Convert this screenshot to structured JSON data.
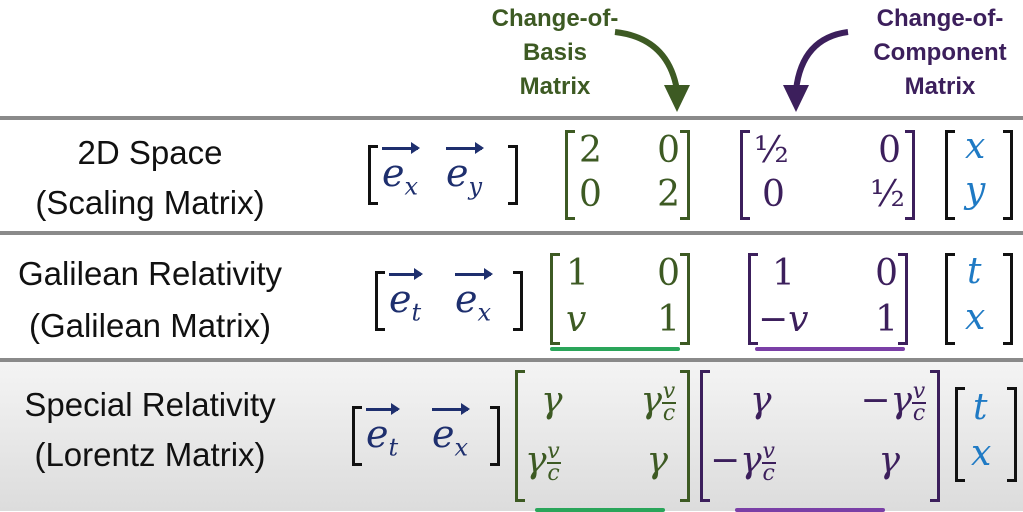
{
  "header": {
    "basis_label": [
      "Change-of-",
      "Basis",
      "Matrix"
    ],
    "component_label": [
      "Change-of-",
      "Component",
      "Matrix"
    ]
  },
  "colors": {
    "basis": "#3d5a23",
    "component": "#3c1f5c",
    "basis_vector": "#1e2f6e",
    "components": "#1f7ac4"
  },
  "rows": [
    {
      "title": "2D Space",
      "subtitle": "(Scaling Matrix)",
      "basis": [
        "e",
        "x",
        "e",
        "y"
      ],
      "basis_matrix": [
        "2",
        "0",
        "0",
        "2"
      ],
      "component_matrix": [
        "½",
        "0",
        "0",
        "½"
      ],
      "components": [
        "x",
        "y"
      ]
    },
    {
      "title": "Galilean Relativity",
      "subtitle": "(Galilean Matrix)",
      "basis": [
        "e",
        "t",
        "e",
        "x"
      ],
      "basis_matrix": [
        "1",
        "0",
        "v",
        "1"
      ],
      "component_matrix": [
        "1",
        "0",
        "−v",
        "1"
      ],
      "components": [
        "t",
        "x"
      ]
    },
    {
      "title": "Special Relativity",
      "subtitle": "(Lorentz Matrix)",
      "basis": [
        "e",
        "t",
        "e",
        "x"
      ],
      "basis_matrix": [
        "γ",
        "γ",
        "γ",
        "γ"
      ],
      "component_matrix": [
        "γ",
        "−γ",
        "−γ",
        "γ"
      ],
      "frac_num": "v",
      "frac_den": "c",
      "components": [
        "t",
        "x"
      ]
    }
  ]
}
